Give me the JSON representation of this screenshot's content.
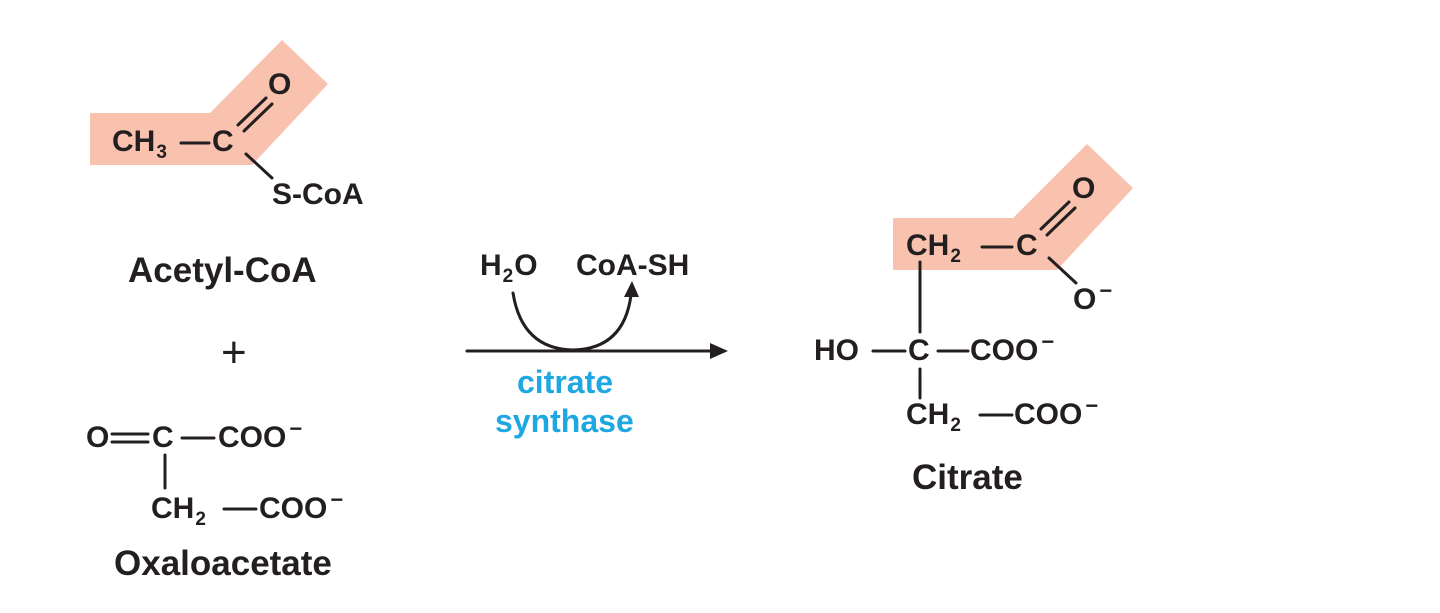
{
  "reaction": {
    "acetyl_coa": {
      "ch3": "CH",
      "ch3_sub": "3",
      "c": "C",
      "o": "O",
      "scoa": "S-CoA",
      "name": "Acetyl-CoA"
    },
    "plus": "+",
    "oxaloacetate": {
      "o": "O",
      "c": "C",
      "coo1": "COO",
      "charge1": "−",
      "ch2": "CH",
      "ch2_sub": "2",
      "coo2": "COO",
      "charge2": "−",
      "name": "Oxaloacetate"
    },
    "arrow": {
      "h2o_h": "H",
      "h2o_sub": "2",
      "h2o_o": "O",
      "coash": "CoA-SH",
      "enzyme_line1": "citrate",
      "enzyme_line2": "synthase"
    },
    "citrate": {
      "ch2_top": "CH",
      "ch2_top_sub": "2",
      "c_top": "C",
      "o_top": "O",
      "o_minus": "O",
      "o_minus_charge": "−",
      "ho": "HO",
      "c_mid": "C",
      "coo_mid": "COO",
      "coo_mid_charge": "−",
      "ch2_bot": "CH",
      "ch2_bot_sub": "2",
      "coo_bot": "COO",
      "coo_bot_charge": "−",
      "name": "Citrate"
    }
  },
  "colors": {
    "highlight": "#f8c2ae",
    "enzyme": "#1ea7e1",
    "ink": "#231f20"
  }
}
